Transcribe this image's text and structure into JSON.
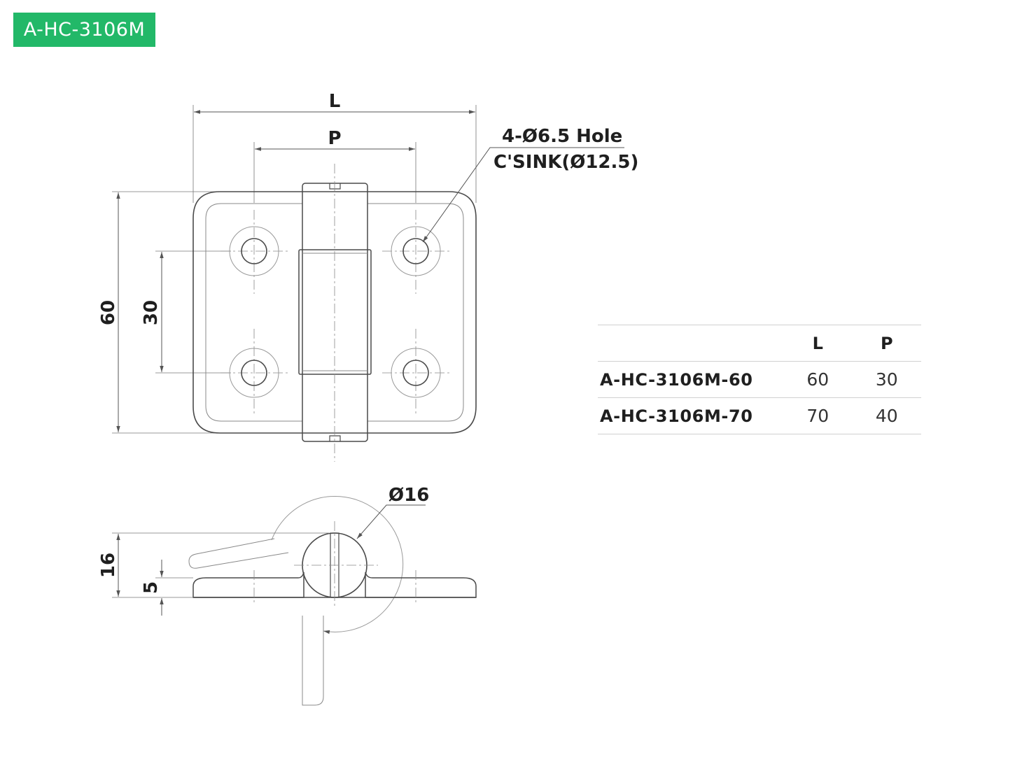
{
  "badge": {
    "text": "A-HC-3106M",
    "color": "#22b868"
  },
  "top_view": {
    "dim_overall_length": "L",
    "dim_hole_pitch": "P",
    "dim_height": "60",
    "dim_hole_spacing": "30",
    "hole_callout_line1": "4-Ø6.5 Hole",
    "hole_callout_line2": "C'SINK(Ø12.5)"
  },
  "side_view": {
    "dim_knuckle_diameter": "Ø16",
    "dim_total_height": "16",
    "dim_leaf_thickness": "5"
  },
  "spec_table": {
    "columns": [
      "",
      "L",
      "P"
    ],
    "rows": [
      {
        "model": "A-HC-3106M-60",
        "L": "60",
        "P": "30"
      },
      {
        "model": "A-HC-3106M-70",
        "L": "70",
        "P": "40"
      }
    ]
  }
}
